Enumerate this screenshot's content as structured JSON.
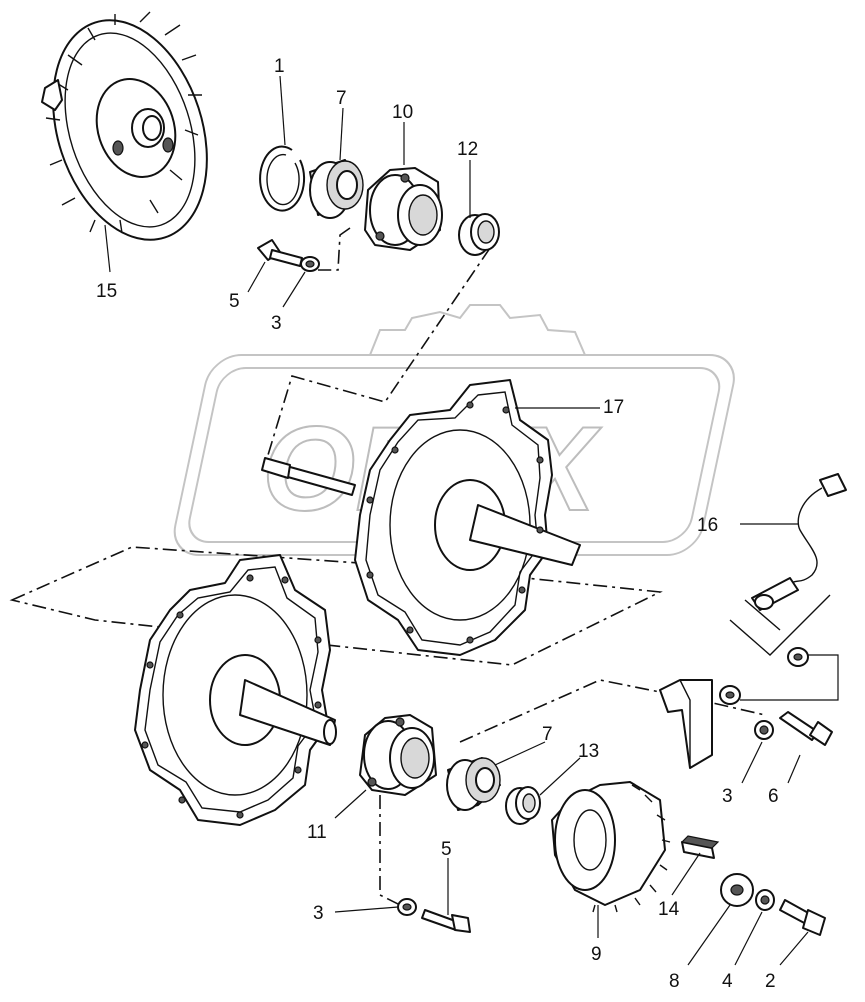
{
  "watermark": {
    "text": "OPEX"
  },
  "callouts": [
    {
      "id": "c1",
      "label": "1"
    },
    {
      "id": "c7a",
      "label": "7"
    },
    {
      "id": "c10",
      "label": "10"
    },
    {
      "id": "c12",
      "label": "12"
    },
    {
      "id": "c15",
      "label": "15"
    },
    {
      "id": "c5a",
      "label": "5"
    },
    {
      "id": "c3a",
      "label": "3"
    },
    {
      "id": "c17",
      "label": "17"
    },
    {
      "id": "c16",
      "label": "16"
    },
    {
      "id": "c7b",
      "label": "7"
    },
    {
      "id": "c13",
      "label": "13"
    },
    {
      "id": "c11",
      "label": "11"
    },
    {
      "id": "c3b",
      "label": "3"
    },
    {
      "id": "c6",
      "label": "6"
    },
    {
      "id": "c5b",
      "label": "5"
    },
    {
      "id": "c14",
      "label": "14"
    },
    {
      "id": "c3c",
      "label": "3"
    },
    {
      "id": "c9",
      "label": "9"
    },
    {
      "id": "c8",
      "label": "8"
    },
    {
      "id": "c4",
      "label": "4"
    },
    {
      "id": "c2",
      "label": "2"
    }
  ]
}
